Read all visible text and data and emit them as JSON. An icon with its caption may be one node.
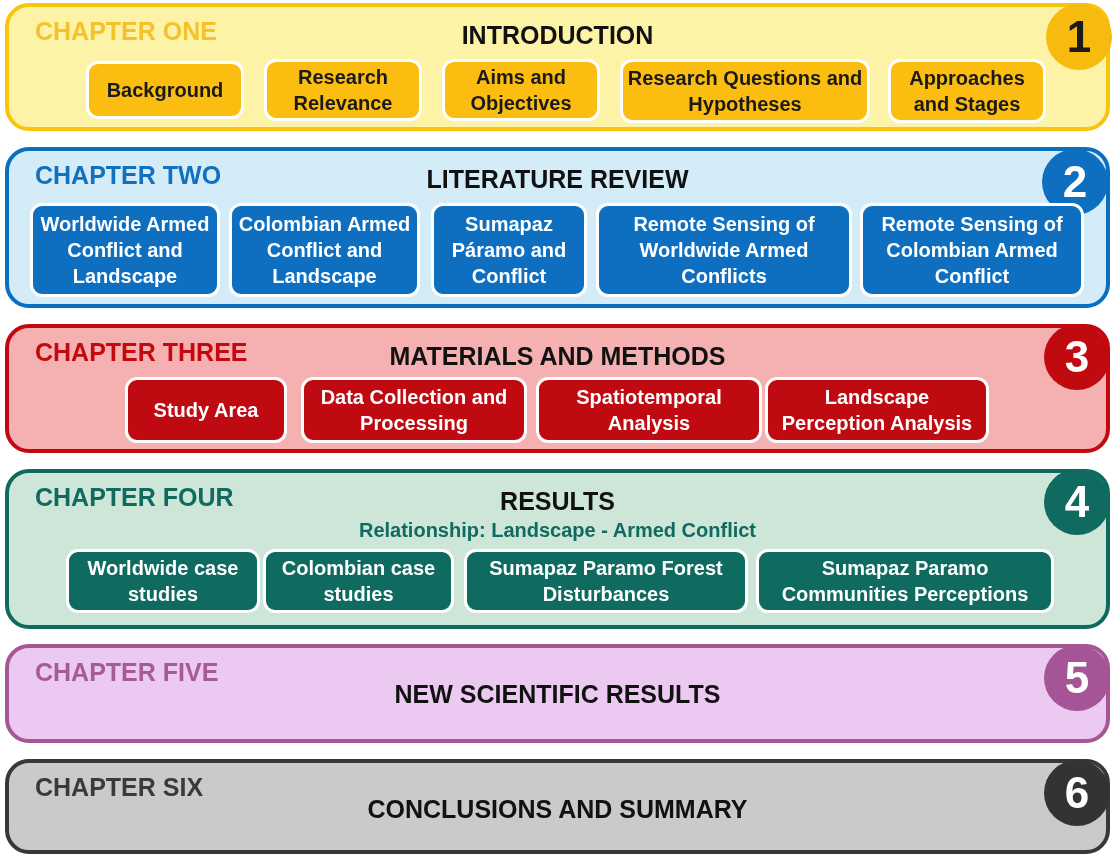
{
  "diagram": {
    "nodes": [
      {
        "text": [
          "CHAPTER ONE",
          "INTRODUCTION"
        ]
      },
      {
        "text": [
          "1"
        ],
        "in": 0
      },
      {
        "text": [
          "Background"
        ],
        "in": 0
      },
      {
        "text": [
          "Research Relevance"
        ],
        "in": 0
      },
      {
        "text": [
          "Aims and Objectives"
        ],
        "in": 0
      },
      {
        "text": [
          "Research Questions and Hypotheses"
        ],
        "in": 0
      },
      {
        "text": [
          "Approaches and Stages"
        ],
        "in": 0
      },
      {
        "text": [
          "CHAPTER TWO",
          "LITERATURE REVIEW"
        ]
      },
      {
        "text": [
          "2"
        ],
        "in": 7
      },
      {
        "text": [
          "Worldwide Armed Conflict and Landscape"
        ],
        "in": 7
      },
      {
        "text": [
          "Colombian Armed Conflict and Landscape"
        ],
        "in": 7
      },
      {
        "text": [
          "Sumapaz Páramo and Conflict"
        ],
        "in": 7
      },
      {
        "text": [
          "Remote Sensing of Worldwide Armed Conflicts"
        ],
        "in": 7
      },
      {
        "text": [
          "Remote Sensing of Colombian Armed Conflict"
        ],
        "in": 7
      },
      {
        "text": [
          "CHAPTER THREE",
          "MATERIALS AND METHODS"
        ]
      },
      {
        "text": [
          "3"
        ],
        "in": 14
      },
      {
        "text": [
          "Study Area"
        ],
        "in": 14
      },
      {
        "text": [
          "Data Collection and Processing"
        ],
        "in": 14
      },
      {
        "text": [
          "Spatiotemporal Analysis"
        ],
        "in": 14
      },
      {
        "text": [
          "Landscape Perception Analysis"
        ],
        "in": 14
      },
      {
        "text": [
          "CHAPTER FOUR",
          "RESULTS",
          "Relationship: Landscape - Armed Conflict"
        ]
      },
      {
        "text": [
          "4"
        ],
        "in": 20
      },
      {
        "text": [
          "Worldwide case studies"
        ],
        "in": 20
      },
      {
        "text": [
          "Colombian case studies"
        ],
        "in": 20
      },
      {
        "text": [
          "Sumapaz Paramo Forest Disturbances"
        ],
        "in": 20
      },
      {
        "text": [
          "Sumapaz Paramo Communities Perceptions"
        ],
        "in": 20
      },
      {
        "text": [
          "CHAPTER FIVE",
          "NEW SCIENTIFIC RESULTS"
        ]
      },
      {
        "text": [
          "5"
        ],
        "in": 26
      },
      {
        "text": [
          "CHAPTER SIX",
          "CONCLUSIONS AND SUMMARY"
        ]
      },
      {
        "text": [
          "6"
        ],
        "in": 28
      }
    ]
  }
}
